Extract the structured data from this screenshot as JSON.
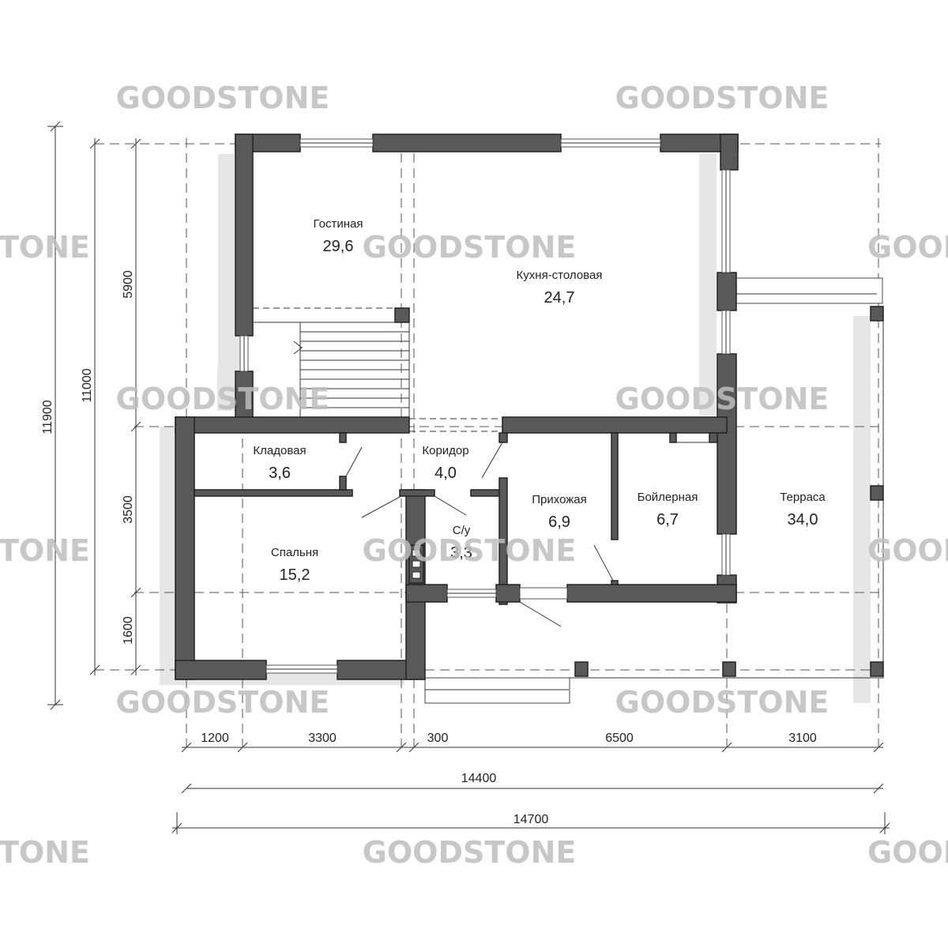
{
  "rooms": {
    "living": {
      "name": "Гостиная",
      "area": "29,6"
    },
    "kitchen": {
      "name": "Кухня-столовая",
      "area": "24,7"
    },
    "storage": {
      "name": "Кладовая",
      "area": "3,6"
    },
    "corridor": {
      "name": "Коридор",
      "area": "4,0"
    },
    "hall": {
      "name": "Прихожая",
      "area": "6,9"
    },
    "boiler": {
      "name": "Бойлерная",
      "area": "6,7"
    },
    "terrace": {
      "name": "Терраса",
      "area": "34,0"
    },
    "bedroom": {
      "name": "Спальня",
      "area": "15,2"
    },
    "wc": {
      "name": "С/у",
      "area": "3,3"
    }
  },
  "dimensions": {
    "left": {
      "total": "11900",
      "inner": "11000",
      "top": "5900",
      "middle": "3500",
      "bottom": "1600"
    },
    "bottom": {
      "seg1": "1200",
      "seg2": "3300",
      "seg3": "300",
      "seg4": "6500",
      "seg5": "3100",
      "total1": "14400",
      "total2": "14700"
    }
  },
  "watermark": {
    "text": "GOODSTONE",
    "partial": "TONE",
    "partial_right": "GOOD"
  }
}
